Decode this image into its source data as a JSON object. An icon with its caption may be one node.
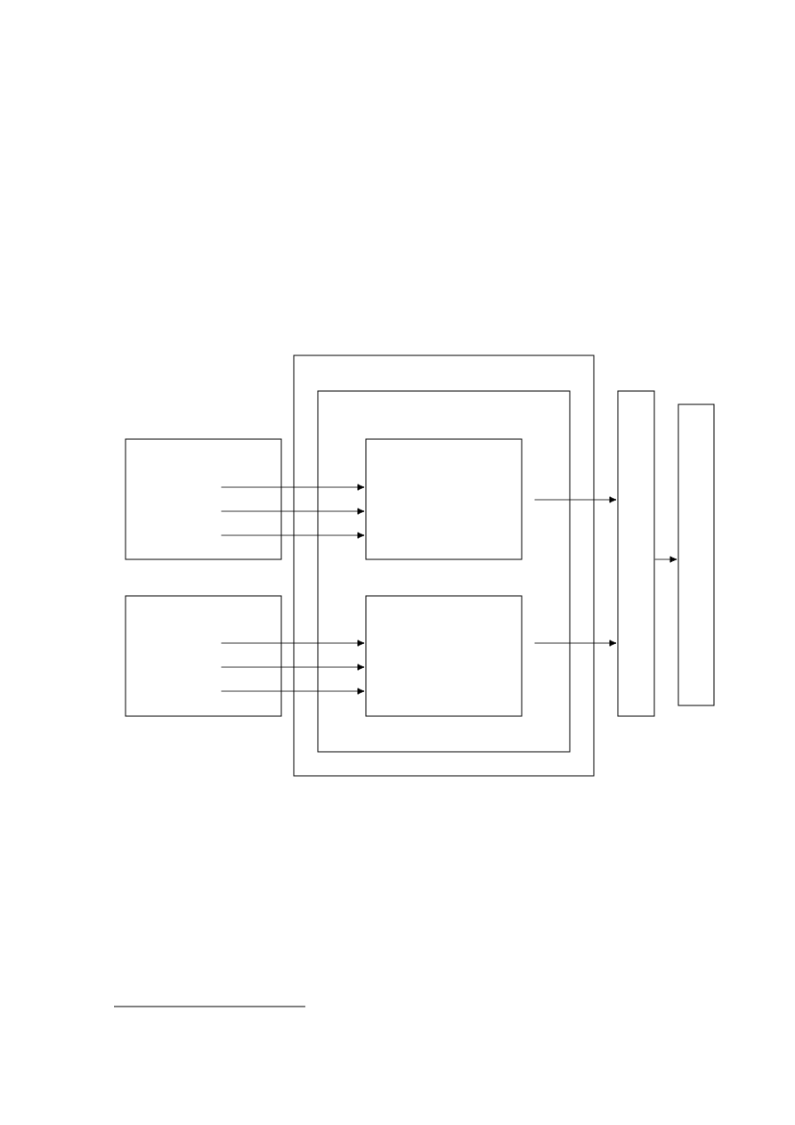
{
  "diagram": {
    "nodes": [
      {
        "text": [],
        "shape": "box"
      },
      {
        "text": [],
        "shape": "box"
      },
      {
        "text": [],
        "shape": "box"
      },
      {
        "text": [],
        "shape": "box",
        "in": 2
      },
      {
        "text": [],
        "shape": "box",
        "in": 3
      },
      {
        "text": [],
        "shape": "box",
        "in": 3
      },
      {
        "text": [],
        "shape": "box"
      },
      {
        "text": [],
        "shape": "box"
      }
    ],
    "edges": [
      {
        "from": 0,
        "to": 4,
        "arrow": "to"
      },
      {
        "from": 0,
        "to": 4,
        "arrow": "to"
      },
      {
        "from": 0,
        "to": 4,
        "arrow": "to"
      },
      {
        "from": 1,
        "to": 5,
        "arrow": "to"
      },
      {
        "from": 1,
        "to": 5,
        "arrow": "to"
      },
      {
        "from": 1,
        "to": 5,
        "arrow": "to"
      },
      {
        "from": 4,
        "to": 6,
        "arrow": "to"
      },
      {
        "from": 5,
        "to": 6,
        "arrow": "to"
      },
      {
        "from": 6,
        "to": 7,
        "arrow": "to"
      }
    ]
  }
}
